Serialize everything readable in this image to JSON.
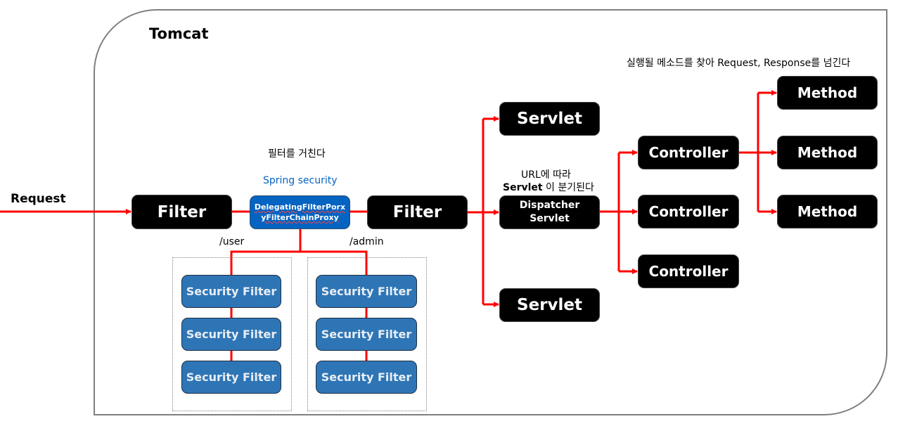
{
  "container": {
    "title": "Tomcat"
  },
  "request_label": "Request",
  "annotations": {
    "filter_pass": "필터를 거친다",
    "spring_security": "Spring security",
    "url_branch_line1": "URL에 따라",
    "url_branch_line2_bold": "Servlet",
    "url_branch_line2_rest": " 이 분기된다",
    "method_note": "실행될 메소드를 찾아 Request, Response를 넘긴다",
    "path_user": "/user",
    "path_admin": "/admin"
  },
  "nodes": {
    "filter_1": "Filter",
    "proxy_line1": "DelegatingFilterPorx",
    "proxy_line2": "yFilterChainProxy",
    "filter_2": "Filter",
    "servlet_top": "Servlet",
    "dispatcher_line1": "Dispatcher",
    "dispatcher_line2": "Servlet",
    "servlet_bottom": "Servlet",
    "controllers": [
      "Controller",
      "Controller",
      "Controller"
    ],
    "methods": [
      "Method",
      "Method",
      "Method"
    ],
    "user_security_filters": [
      "Security Filter",
      "Security Filter",
      "Security Filter"
    ],
    "admin_security_filters": [
      "Security Filter",
      "Security Filter",
      "Security Filter"
    ]
  },
  "colors": {
    "arrow": "#ff0000",
    "node_black": "#000000",
    "proxy_blue": "#0563c1",
    "security_blue": "#2e75b6",
    "frame": "#7f7f7f"
  }
}
